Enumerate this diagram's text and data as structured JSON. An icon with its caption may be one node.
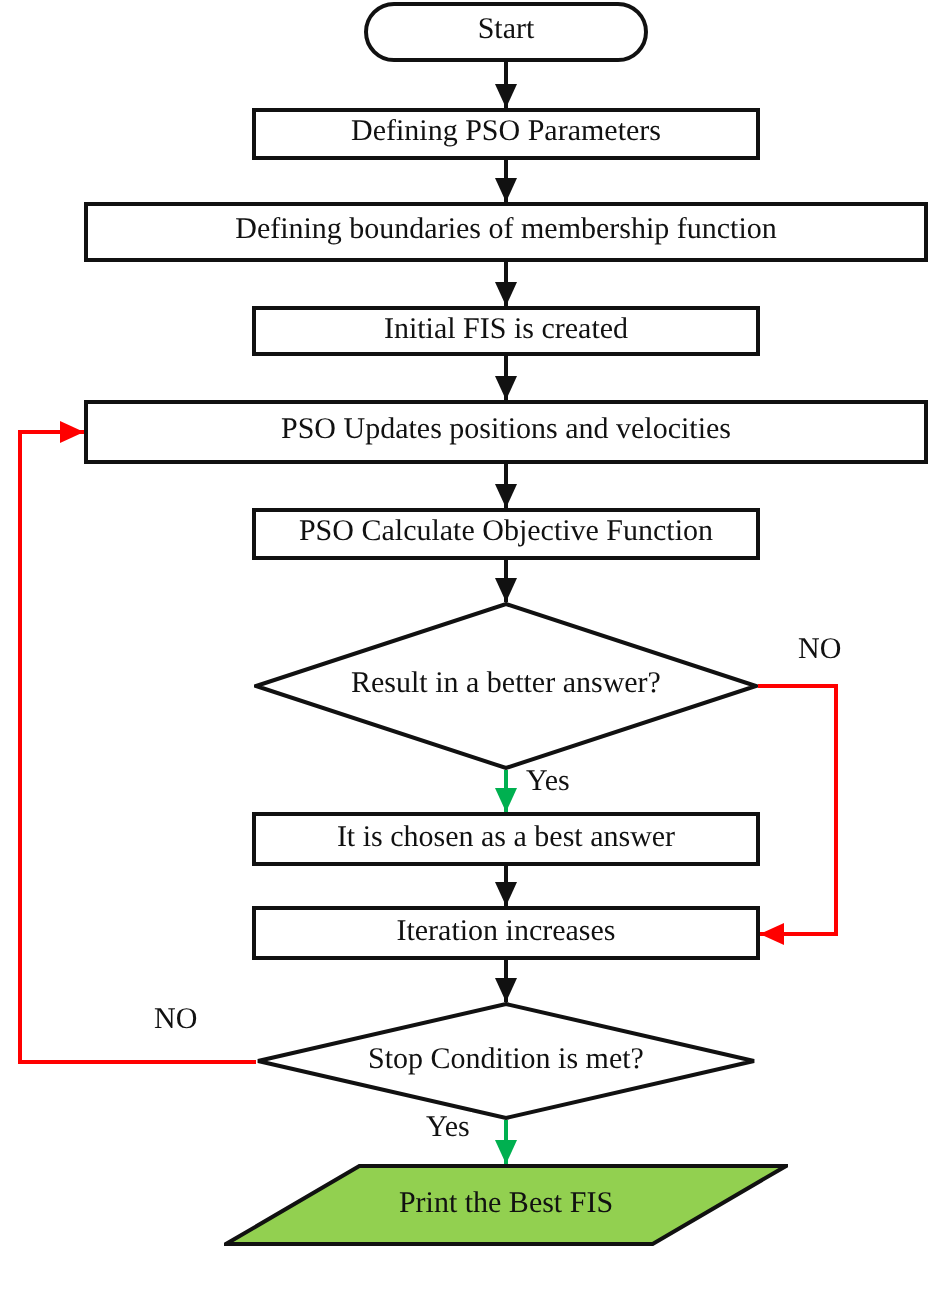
{
  "diagram": {
    "nodes": [
      {
        "text": [
          "Start"
        ]
      },
      {
        "text": [
          "Defining PSO Parameters"
        ]
      },
      {
        "text": [
          "Defining boundaries of membership function"
        ]
      },
      {
        "text": [
          "Initial FIS is created"
        ]
      },
      {
        "text": [
          "PSO Updates positions and velocities"
        ]
      },
      {
        "text": [
          "PSO Calculate Objective Function"
        ]
      },
      {
        "text": [
          "Result in a better answer?"
        ]
      },
      {
        "text": [
          "It is chosen as a best answer"
        ]
      },
      {
        "text": [
          "Iteration increases"
        ]
      },
      {
        "text": [
          "Stop Condition is met?"
        ]
      },
      {
        "text": [
          "Print the Best FIS"
        ]
      }
    ],
    "edges": [
      {
        "from": 0,
        "to": 1,
        "arrow": "to"
      },
      {
        "from": 1,
        "to": 2,
        "arrow": "to"
      },
      {
        "from": 2,
        "to": 3,
        "arrow": "to"
      },
      {
        "from": 3,
        "to": 4,
        "arrow": "to"
      },
      {
        "from": 4,
        "to": 5,
        "arrow": "to"
      },
      {
        "from": 5,
        "to": 6,
        "arrow": "to"
      },
      {
        "from": 6,
        "to": 7,
        "arrow": "to",
        "label": "Yes",
        "color": "#00b050"
      },
      {
        "from": 6,
        "to": 8,
        "arrow": "to",
        "label": "NO",
        "color": "#ff0000"
      },
      {
        "from": 7,
        "to": 8,
        "arrow": "to"
      },
      {
        "from": 8,
        "to": 9,
        "arrow": "to"
      },
      {
        "from": 9,
        "to": 4,
        "arrow": "to",
        "label": "NO",
        "color": "#ff0000"
      },
      {
        "from": 9,
        "to": 10,
        "arrow": "to",
        "label": "Yes",
        "color": "#00b050"
      }
    ]
  }
}
